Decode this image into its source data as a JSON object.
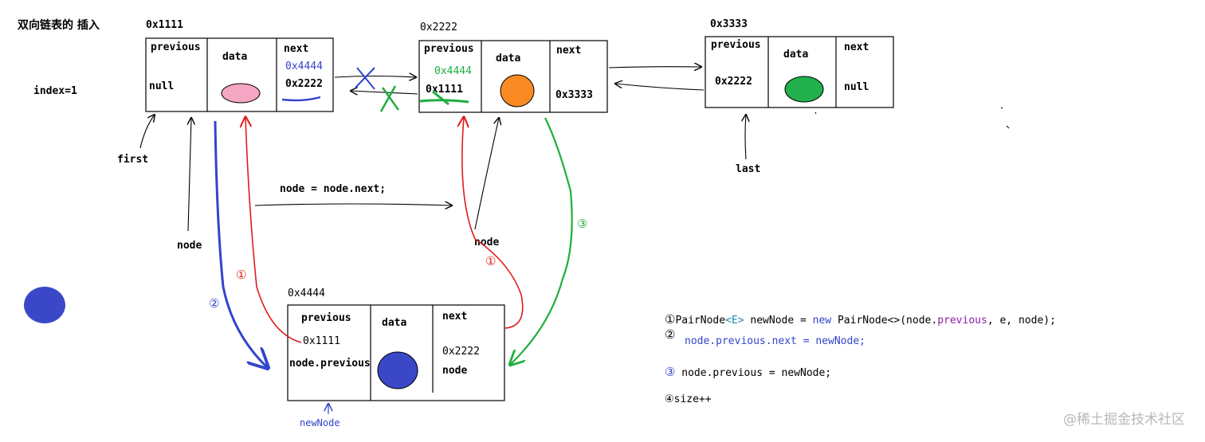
{
  "title": "双向链表的 插入",
  "index_label": "index=1",
  "nodes": {
    "n1": {
      "address": "0x1111",
      "previous_label": "previous",
      "data_label": "data",
      "next_label": "next",
      "previous_value": "null",
      "next_old": "0x2222",
      "next_new": "0x4444",
      "data_color": "#f4a6c2"
    },
    "n2": {
      "address": "0x2222",
      "previous_label": "previous",
      "data_label": "data",
      "next_label": "next",
      "previous_old": "0x1111",
      "previous_new": "0x4444",
      "next_value": "0x3333",
      "data_color": "#f98a24"
    },
    "n3": {
      "address": "0x3333",
      "previous_label": "previous",
      "data_label": "data",
      "next_label": "next",
      "previous_value": "0x2222",
      "next_value": "null",
      "data_color": "#22b14c"
    },
    "n4": {
      "address": "0x4444",
      "previous_label": "previous",
      "data_label": "data",
      "next_label": "next",
      "previous_value": "0x1111",
      "previous_expr": "node.previous",
      "next_value": "0x2222",
      "next_expr": "node",
      "data_color": "#3a48c8"
    }
  },
  "pointers": {
    "first": "first",
    "last": "last",
    "node_1": "node",
    "node_2": "node",
    "new_node": "newNode"
  },
  "step_marks": {
    "red_1a": "①",
    "red_1b": "①",
    "blue_2": "②",
    "green_3": "③"
  },
  "move_statement": "node = node.next;",
  "code": {
    "line1": {
      "num": "①",
      "a": "PairNode",
      "b": "<E>",
      "c": " newNode = ",
      "d": "new",
      "e": " PairNode<>(node.",
      "f": "previous",
      "g": ", e, node);"
    },
    "line2_num": "②",
    "line2": "node.previous.next = newNode;",
    "line3_num": "③",
    "line3": " node.previous = newNode;",
    "line4": "④size++"
  },
  "watermark": "@稀土掘金技术社区",
  "colors": {
    "red": "#e01b1b",
    "blue": "#3344cc",
    "green": "#1fae3f",
    "code_blue": "#3344cc",
    "code_purple": "#8b1fa8",
    "code_cyan": "#1a8aa8",
    "free_dot": "#3a48c8"
  }
}
